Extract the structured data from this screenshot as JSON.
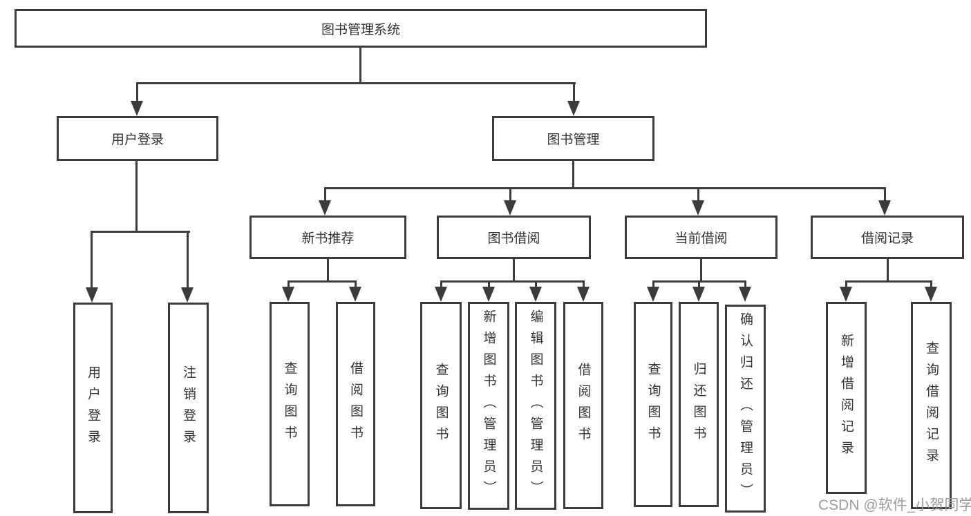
{
  "colors": {
    "line": "#3b3b3b",
    "box-border": "#3b3b3b",
    "box-bg": "#ffffff",
    "text": "#333333",
    "watermark": "#9d9d9d",
    "page-bg": "#ffffff"
  },
  "tree": {
    "root": {
      "label": "图书管理系统"
    },
    "level2": [
      {
        "label": "用户登录"
      },
      {
        "label": "图书管理"
      }
    ],
    "level3": [
      {
        "label": "新书推荐"
      },
      {
        "label": "图书借阅"
      },
      {
        "label": "当前借阅"
      },
      {
        "label": "借阅记录"
      }
    ],
    "leaves": {
      "userLogin": [
        {
          "label": "用户登录"
        },
        {
          "label": "注销登录"
        }
      ],
      "newBooks": [
        {
          "label": "查询图书"
        },
        {
          "label": "借阅图书"
        }
      ],
      "bookBorrow": [
        {
          "label": "查询图书"
        },
        {
          "label": "新增图书（管理员）"
        },
        {
          "label": "编辑图书（管理员）"
        },
        {
          "label": "借阅图书"
        }
      ],
      "currentBorrow": [
        {
          "label": "查询图书"
        },
        {
          "label": "归还图书"
        },
        {
          "label": "确认归还（管理员）"
        }
      ],
      "borrowRecords": [
        {
          "label": "新增借阅记录"
        },
        {
          "label": "查询借阅记录"
        }
      ]
    }
  },
  "watermark": {
    "text": "CSDN @软件_小贺同学"
  }
}
